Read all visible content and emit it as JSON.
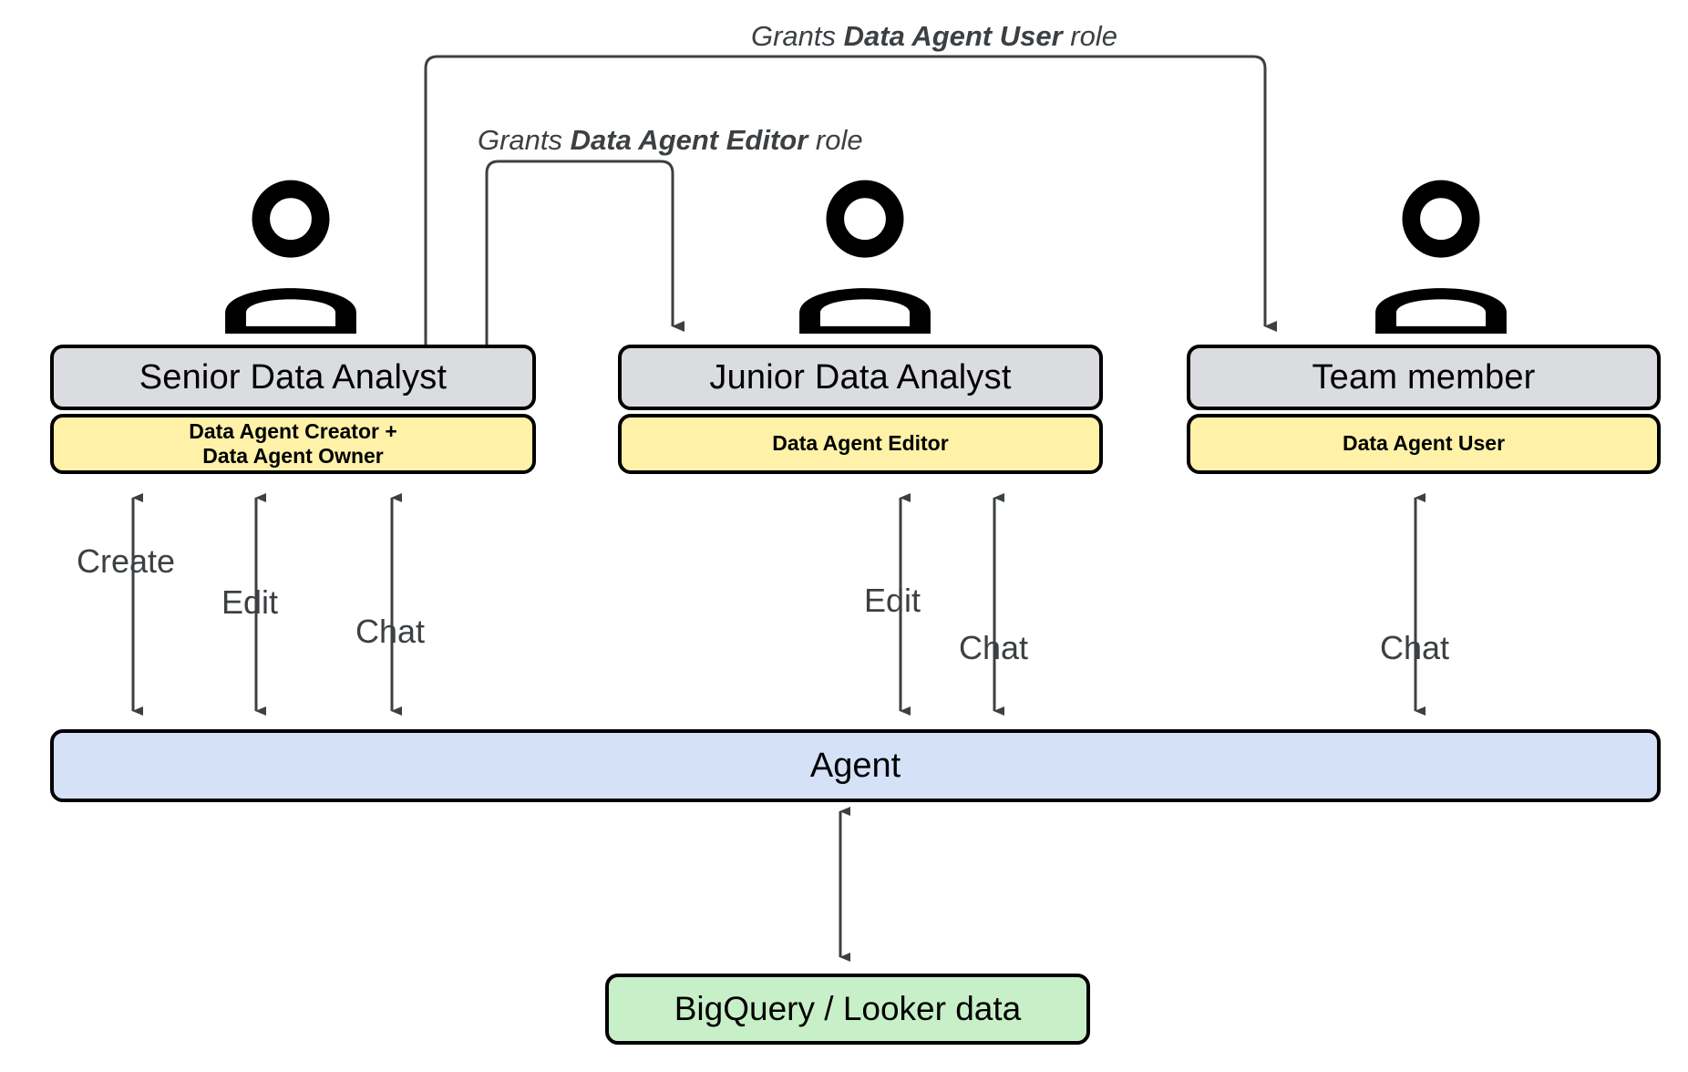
{
  "diagram": {
    "title": "Data Agent roles and permissions",
    "colors": {
      "header_fill": "#dadce0",
      "role_fill": "#fff2a8",
      "agent_fill": "#d4e1f7",
      "data_fill": "#c8f0c8",
      "stroke": "#000000",
      "connector": "#3c4043"
    },
    "personas": [
      {
        "icon": "person-icon",
        "title": "Senior Data Analyst",
        "role_line1": "Data Agent Creator +",
        "role_line2": "Data Agent Owner",
        "actions": [
          "Create",
          "Edit",
          "Chat"
        ]
      },
      {
        "icon": "person-icon",
        "title": "Junior Data Analyst",
        "role_line1": "Data Agent Editor",
        "role_line2": "",
        "actions": [
          "Edit",
          "Chat"
        ]
      },
      {
        "icon": "person-icon",
        "title": "Team member",
        "role_line1": "Data Agent User",
        "role_line2": "",
        "actions": [
          "Chat"
        ]
      }
    ],
    "grants": [
      {
        "prefix": "Grants ",
        "role": "Data Agent User",
        "suffix": " role",
        "from": "Senior Data Analyst",
        "to": "Team member"
      },
      {
        "prefix": "Grants ",
        "role": "Data Agent Editor",
        "suffix": " role",
        "from": "Senior Data Analyst",
        "to": "Junior Data Analyst"
      }
    ],
    "agent": {
      "label": "Agent"
    },
    "data_source": {
      "label": "BigQuery / Looker data"
    },
    "edge_labels": {
      "create": "Create",
      "edit": "Edit",
      "chat": "Chat"
    }
  }
}
